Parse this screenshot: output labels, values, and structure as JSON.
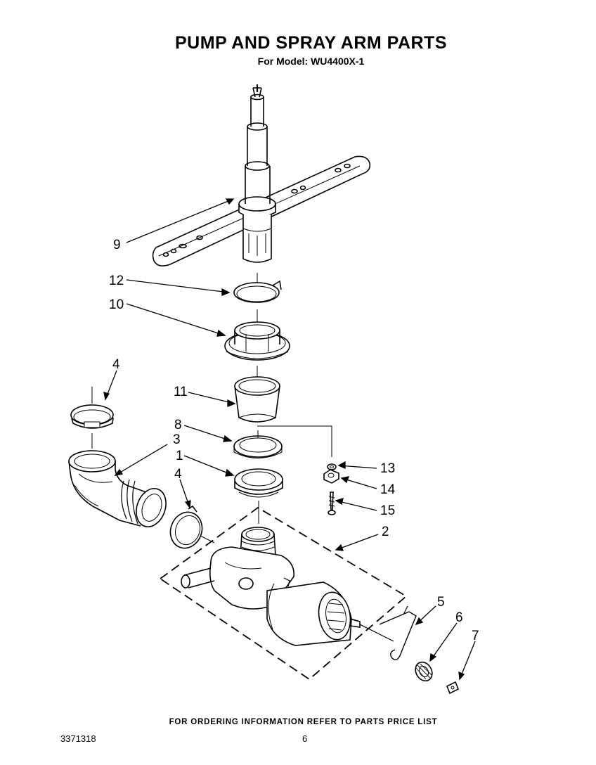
{
  "header": {
    "title": "PUMP AND SPRAY ARM PARTS",
    "model_line": "For Model: WU4400X-1"
  },
  "callouts": {
    "c9": "9",
    "c12": "12",
    "c10": "10",
    "c4a": "4",
    "c11": "11",
    "c8": "8",
    "c3": "3",
    "c1": "1",
    "c4b": "4",
    "c13": "13",
    "c14": "14",
    "c15": "15",
    "c2": "2",
    "c5": "5",
    "c6": "6",
    "c7": "7"
  },
  "footer": {
    "ordering_note": "FOR ORDERING INFORMATION REFER TO PARTS PRICE LIST",
    "document_number": "3371318",
    "page_number": "6"
  }
}
